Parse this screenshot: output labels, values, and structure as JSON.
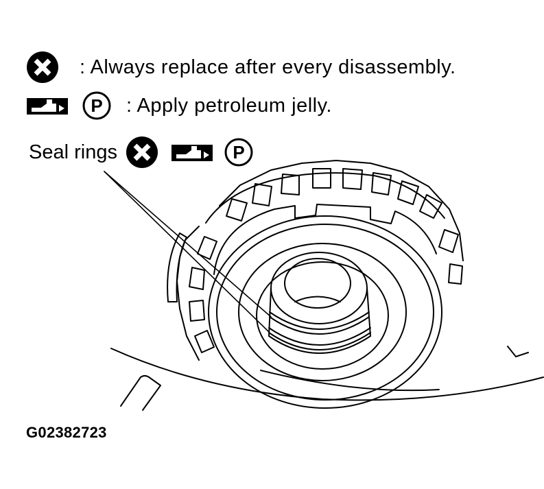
{
  "legend": {
    "replace_text": ": Always replace after every disassembly.",
    "replace_icon": "x-circle-icon",
    "jelly_text": ": Apply petroleum jelly.",
    "jelly_icons": [
      "grease-gun-icon",
      "p-circle-icon"
    ]
  },
  "callout": {
    "label": "Seal rings",
    "icons": [
      "x-circle-icon",
      "grease-gun-icon",
      "p-circle-icon"
    ]
  },
  "figure_id": "G02382723"
}
